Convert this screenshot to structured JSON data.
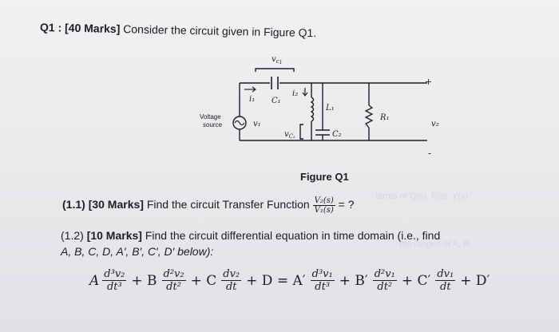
{
  "question": {
    "label": "Q1 :",
    "marks": "[40 Marks]",
    "text": "Consider the circuit given in Figure Q1."
  },
  "figure": {
    "caption": "Figure Q1",
    "labels": {
      "vc1": "v",
      "vc1_sub": "c",
      "vc1_subsub": "1",
      "i1": "i₁",
      "C1": "C₁",
      "i2": "i₂",
      "L1": "L₁",
      "R1": "R₁",
      "v1": "v₁",
      "v2": "v₂",
      "vc2": "v",
      "vc2_sub": "C₂",
      "C2": "C₂",
      "plus": "+",
      "minus": "-",
      "source_line1": "Voltage",
      "source_line2": "source"
    }
  },
  "part1": {
    "label": "(1.1)",
    "marks": "[30 Marks]",
    "text": "Find the circuit Transfer Function",
    "frac_num": "V₂(s)",
    "frac_den": "V₁(s)",
    "tail": "= ?"
  },
  "part2": {
    "label": "(1.2)",
    "marks": "[10 Marks]",
    "text_line1": "Find the circuit differential equation in time domain (i.e., find",
    "text_line2": "A, B, C, D, A′, B′, C′, D′ below):"
  },
  "equation": {
    "A": "A",
    "t1_num": "d³v₂",
    "t1_den": "dt³",
    "plusB": "+ B",
    "t2_num": "d²v₂",
    "t2_den": "dt²",
    "plusC": "+ C",
    "t3_num": "dv₂",
    "t3_den": "dt",
    "plusD_eq_A": "+ D = A′",
    "t4_num": "d³v₁",
    "t4_den": "dt³",
    "plusBp": "+ B′",
    "t5_num": "d²v₁",
    "t5_den": "dt²",
    "plusCp": "+ C′",
    "t6_num": "dv₁",
    "t6_den": "dt",
    "plusDp": "+ D′"
  }
}
